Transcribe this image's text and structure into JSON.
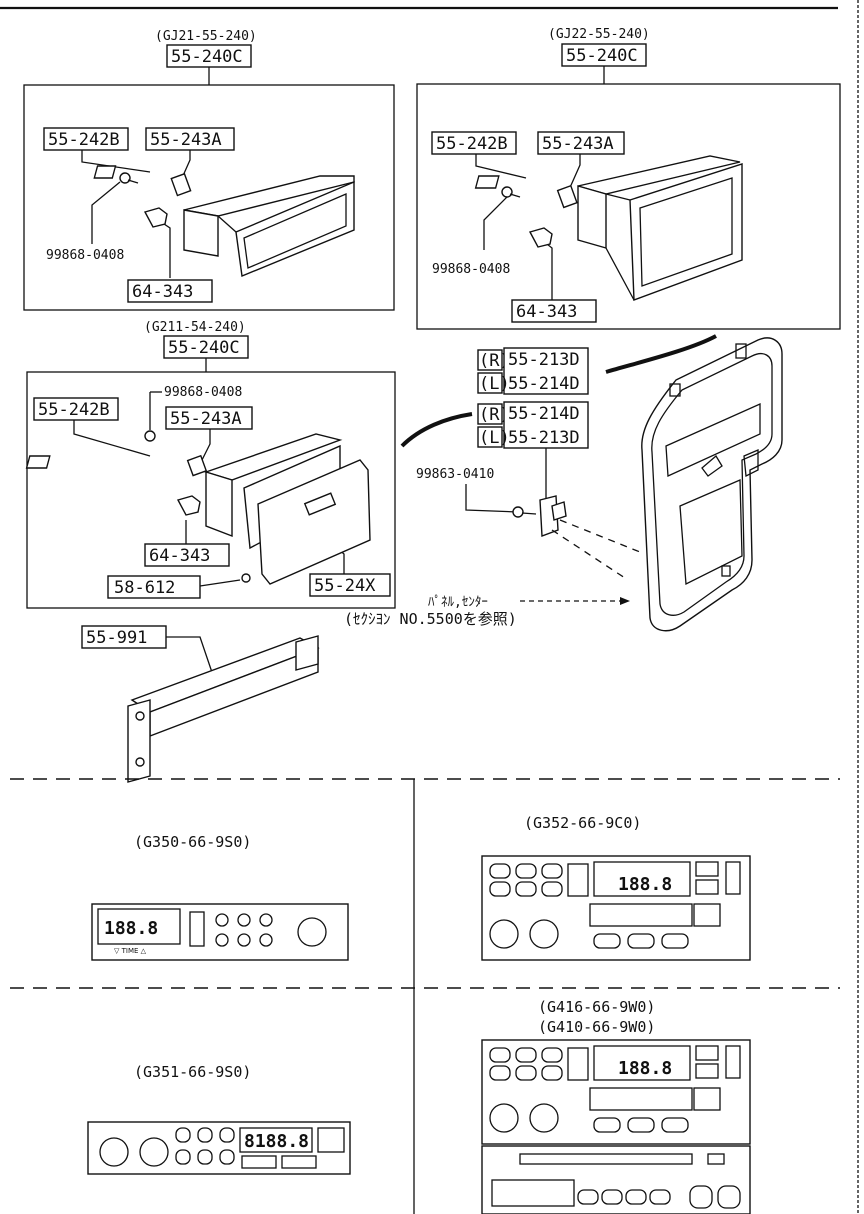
{
  "groups": [
    {
      "ref": "(GJ21-55-240)",
      "assembly": "55-240C",
      "parts": [
        "55-242B",
        "55-243A",
        "99868-0408",
        "64-343"
      ]
    },
    {
      "ref": "(GJ22-55-240)",
      "assembly": "55-240C",
      "parts": [
        "55-242B",
        "55-243A",
        "99868-0408",
        "64-343"
      ]
    },
    {
      "ref": "(G211-54-240)",
      "assembly": "55-240C",
      "parts": [
        "99868-0408",
        "55-242B",
        "55-243A",
        "64-343",
        "58-612",
        "55-24X"
      ]
    }
  ],
  "bracket": {
    "part": "55-991"
  },
  "panel": {
    "r1_side": "(R)",
    "r1_code": "55-213D",
    "l1_side": "(L)",
    "l1_code": "55-214D",
    "r2_side": "(R)",
    "r2_code": "55-214D",
    "l2_side": "(L)",
    "l2_code": "55-213D",
    "screw": "99863-0410",
    "note_line1": "ﾊﾟﾈﾙ,ｾﾝﾀｰ",
    "note_line2": "(ｾｸｼﾖﾝ NO.5500を参照)"
  },
  "radios": [
    {
      "code": "(G350-66-9S0)",
      "display": "188.8"
    },
    {
      "code": "(G352-66-9C0)",
      "display": "188.8"
    },
    {
      "code": "(G351-66-9S0)",
      "display": "8188.8"
    },
    {
      "code": "(G416-66-9W0)",
      "code2": "(G410-66-9W0)",
      "display": "188.8"
    }
  ]
}
